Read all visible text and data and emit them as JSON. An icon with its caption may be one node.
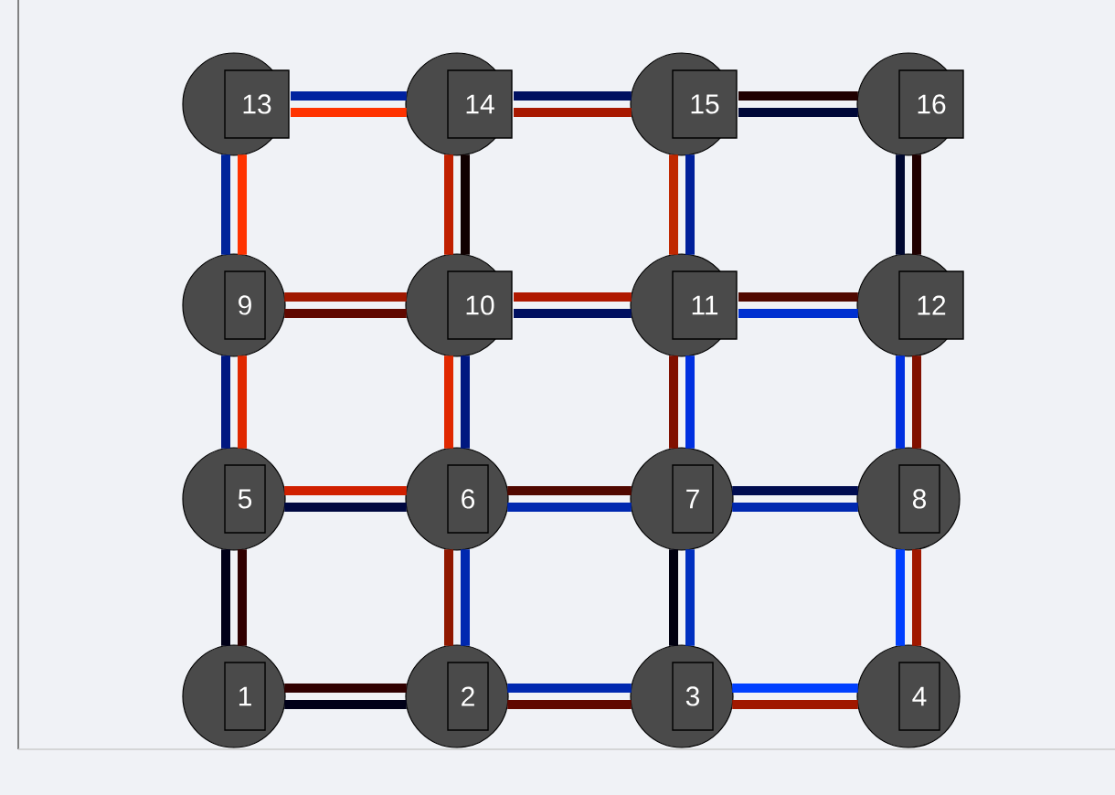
{
  "diagram": {
    "nodes": [
      {
        "text": [
          "13"
        ]
      },
      {
        "text": [
          "14"
        ]
      },
      {
        "text": [
          "15"
        ]
      },
      {
        "text": [
          "16"
        ]
      },
      {
        "text": [
          "9"
        ]
      },
      {
        "text": [
          "10"
        ]
      },
      {
        "text": [
          "11"
        ]
      },
      {
        "text": [
          "12"
        ]
      },
      {
        "text": [
          "5"
        ]
      },
      {
        "text": [
          "6"
        ]
      },
      {
        "text": [
          "7"
        ]
      },
      {
        "text": [
          "8"
        ]
      },
      {
        "text": [
          "1"
        ]
      },
      {
        "text": [
          "2"
        ]
      },
      {
        "text": [
          "3"
        ]
      },
      {
        "text": [
          "4"
        ]
      }
    ],
    "edges": [
      {
        "from": 0,
        "to": 1,
        "arrow": "none",
        "color": "#0022a0"
      },
      {
        "from": 0,
        "to": 1,
        "arrow": "none",
        "color": "#ff3300"
      },
      {
        "from": 1,
        "to": 2,
        "arrow": "none",
        "color": "#001060"
      },
      {
        "from": 1,
        "to": 2,
        "arrow": "none",
        "color": "#a81800"
      },
      {
        "from": 2,
        "to": 3,
        "arrow": "none",
        "color": "#200000"
      },
      {
        "from": 2,
        "to": 3,
        "arrow": "none",
        "color": "#000838"
      },
      {
        "from": 0,
        "to": 4,
        "arrow": "none",
        "color": "#00249a"
      },
      {
        "from": 0,
        "to": 4,
        "arrow": "none",
        "color": "#ff3300"
      },
      {
        "from": 1,
        "to": 5,
        "arrow": "none",
        "color": "#c02000"
      },
      {
        "from": 1,
        "to": 5,
        "arrow": "none",
        "color": "#100000"
      },
      {
        "from": 2,
        "to": 6,
        "arrow": "none",
        "color": "#c02800"
      },
      {
        "from": 2,
        "to": 6,
        "arrow": "none",
        "color": "#00209a"
      },
      {
        "from": 3,
        "to": 7,
        "arrow": "none",
        "color": "#000830"
      },
      {
        "from": 3,
        "to": 7,
        "arrow": "none",
        "color": "#200000"
      },
      {
        "from": 4,
        "to": 5,
        "arrow": "none",
        "color": "#a01800"
      },
      {
        "from": 4,
        "to": 5,
        "arrow": "none",
        "color": "#600800"
      },
      {
        "from": 5,
        "to": 6,
        "arrow": "none",
        "color": "#b01800"
      },
      {
        "from": 5,
        "to": 6,
        "arrow": "none",
        "color": "#001060"
      },
      {
        "from": 6,
        "to": 7,
        "arrow": "none",
        "color": "#500800"
      },
      {
        "from": 6,
        "to": 7,
        "arrow": "none",
        "color": "#0030d0"
      },
      {
        "from": 4,
        "to": 8,
        "arrow": "none",
        "color": "#001880"
      },
      {
        "from": 4,
        "to": 8,
        "arrow": "none",
        "color": "#e02800"
      },
      {
        "from": 5,
        "to": 9,
        "arrow": "none",
        "color": "#e02800"
      },
      {
        "from": 5,
        "to": 9,
        "arrow": "none",
        "color": "#001880"
      },
      {
        "from": 6,
        "to": 10,
        "arrow": "none",
        "color": "#801000"
      },
      {
        "from": 6,
        "to": 10,
        "arrow": "none",
        "color": "#0030e0"
      },
      {
        "from": 7,
        "to": 11,
        "arrow": "none",
        "color": "#0030e0"
      },
      {
        "from": 7,
        "to": 11,
        "arrow": "none",
        "color": "#801000"
      },
      {
        "from": 8,
        "to": 9,
        "arrow": "none",
        "color": "#d02000"
      },
      {
        "from": 8,
        "to": 9,
        "arrow": "none",
        "color": "#000840"
      },
      {
        "from": 9,
        "to": 10,
        "arrow": "none",
        "color": "#500800"
      },
      {
        "from": 9,
        "to": 10,
        "arrow": "none",
        "color": "#0028b0"
      },
      {
        "from": 10,
        "to": 11,
        "arrow": "none",
        "color": "#000c50"
      },
      {
        "from": 10,
        "to": 11,
        "arrow": "none",
        "color": "#0028b0"
      },
      {
        "from": 8,
        "to": 12,
        "arrow": "none",
        "color": "#000018"
      },
      {
        "from": 8,
        "to": 12,
        "arrow": "none",
        "color": "#300000"
      },
      {
        "from": 9,
        "to": 13,
        "arrow": "none",
        "color": "#901800"
      },
      {
        "from": 9,
        "to": 13,
        "arrow": "none",
        "color": "#0028b0"
      },
      {
        "from": 10,
        "to": 14,
        "arrow": "none",
        "color": "#000010"
      },
      {
        "from": 10,
        "to": 14,
        "arrow": "none",
        "color": "#0030c0"
      },
      {
        "from": 11,
        "to": 15,
        "arrow": "none",
        "color": "#0040ff"
      },
      {
        "from": 11,
        "to": 15,
        "arrow": "none",
        "color": "#a01800"
      },
      {
        "from": 12,
        "to": 13,
        "arrow": "none",
        "color": "#300000"
      },
      {
        "from": 12,
        "to": 13,
        "arrow": "none",
        "color": "#000018"
      },
      {
        "from": 13,
        "to": 14,
        "arrow": "none",
        "color": "#0028b0"
      },
      {
        "from": 13,
        "to": 14,
        "arrow": "none",
        "color": "#600800"
      },
      {
        "from": 14,
        "to": 15,
        "arrow": "none",
        "color": "#0040ff"
      },
      {
        "from": 14,
        "to": 15,
        "arrow": "none",
        "color": "#a01800"
      }
    ]
  }
}
